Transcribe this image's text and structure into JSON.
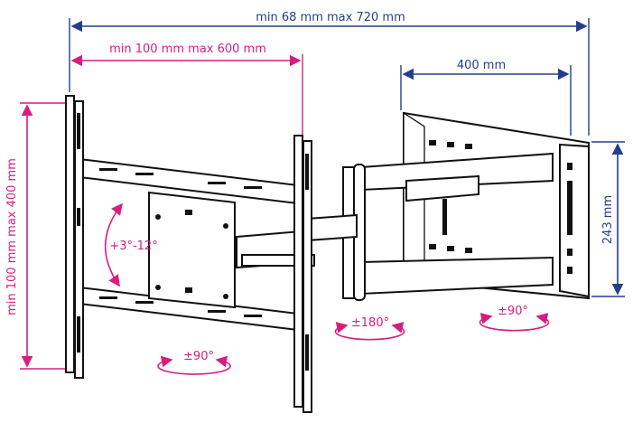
{
  "title": "TV wall mount dimensions diagram",
  "colors": {
    "dimension_blue": "#233f8c",
    "dimension_magenta": "#d61e80",
    "drawing": "#111111"
  },
  "dimensions": {
    "total_depth": "min 68 mm max 720 mm",
    "vesa_width": "min 100 mm max 600 mm",
    "vesa_height": "min 100 mm max 400 mm",
    "wall_plate_width": "400 mm",
    "wall_plate_height": "243 mm"
  },
  "rotations": {
    "tilt": "+3°-12°",
    "swivel_tv": "±90°",
    "swivel_arm": "±180°",
    "swivel_wall": "±90°"
  }
}
